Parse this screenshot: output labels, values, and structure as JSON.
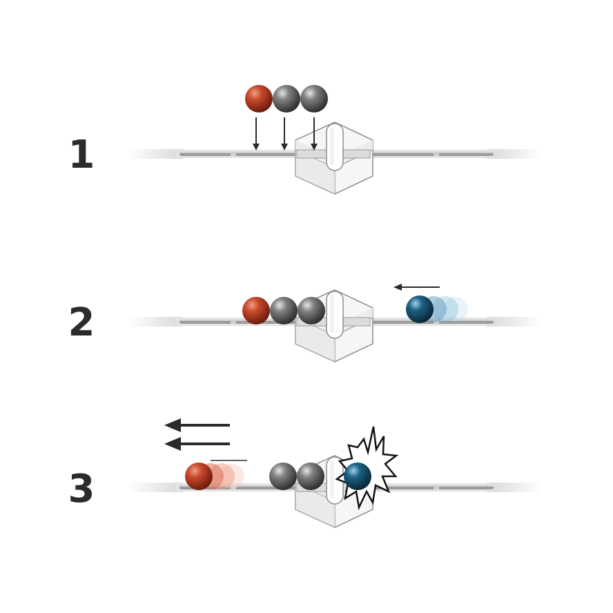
{
  "steps": [
    {
      "label": "1",
      "stage": "balls-dropped-onto-rail"
    },
    {
      "label": "2",
      "stage": "balls-rest-blue-ball-approaches"
    },
    {
      "label": "3",
      "stage": "blue-ball-strikes-red-ball-flies-off"
    }
  ],
  "colors": {
    "red_ball": "#b83a22",
    "grey_ball": "#6e6e6e",
    "blue_ball": "#164e6b",
    "rail": "#b9b9b9",
    "arrow": "#2a2a2a",
    "label": "#2b2b2b"
  },
  "icons": [
    "down-arrow-icon",
    "left-arrow-icon",
    "impact-burst-icon"
  ]
}
